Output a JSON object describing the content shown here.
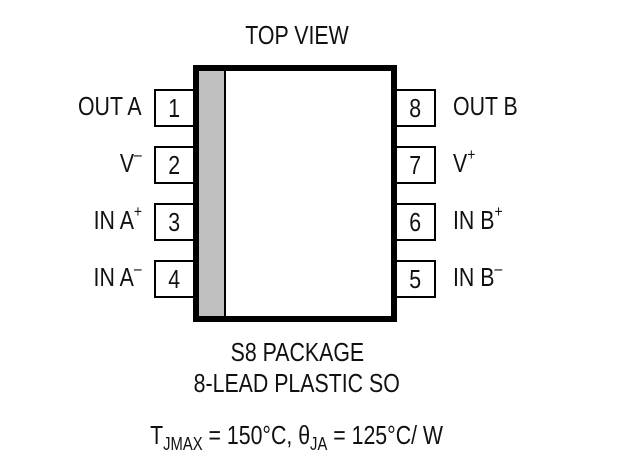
{
  "diagram": {
    "title": "TOP VIEW",
    "package": {
      "name": "S8 PACKAGE",
      "description": "8-LEAD PLASTIC SO",
      "body_color": "#ffffff",
      "pin1_stripe_color": "#c0c0c0"
    },
    "pins_left": [
      {
        "number": "1",
        "label": "OUT A",
        "sup": ""
      },
      {
        "number": "2",
        "label": "V",
        "sup": "–"
      },
      {
        "number": "3",
        "label": "IN A",
        "sup": "+"
      },
      {
        "number": "4",
        "label": "IN A",
        "sup": "–"
      }
    ],
    "pins_right": [
      {
        "number": "8",
        "label": "OUT B",
        "sup": ""
      },
      {
        "number": "7",
        "label": "V",
        "sup": "+"
      },
      {
        "number": "6",
        "label": "IN B",
        "sup": "+"
      },
      {
        "number": "5",
        "label": "IN B",
        "sup": "–"
      }
    ],
    "thermal": {
      "tj_symbol": "T",
      "tj_sub": "JMAX",
      "tj_value": " = 150°C, ",
      "theta_symbol": "θ",
      "theta_sub": "JA",
      "theta_value": " = 125°C/ W"
    }
  }
}
